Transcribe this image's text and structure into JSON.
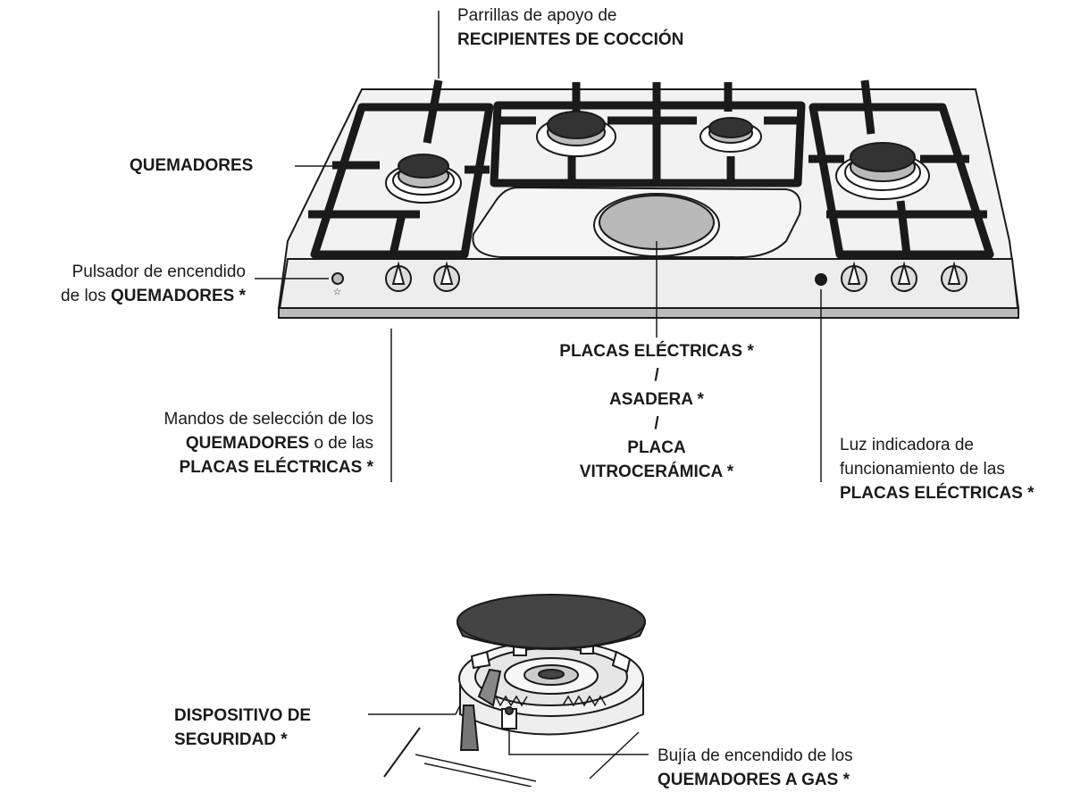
{
  "labels": {
    "grids": {
      "line1": "Parrillas de apoyo de",
      "line2": "RECIPIENTES DE COCCIÓN"
    },
    "burners": "QUEMADORES",
    "ignition_button": {
      "line1": "Pulsador de encendido",
      "line2_prefix": "de los ",
      "line2_bold": "QUEMADORES *"
    },
    "knobs": {
      "line1": "Mandos de selección de los",
      "line2_bold": "QUEMADORES",
      "line2_suffix": " o de las",
      "line3": "PLACAS ELÉCTRICAS *"
    },
    "plates": {
      "line1": "PLACAS ELÉCTRICAS *",
      "line2": "/",
      "line3": "ASADERA *",
      "line4": "/",
      "line5": "PLACA",
      "line6": "VITROCERÁMICA *"
    },
    "indicator": {
      "line1": "Luz indicadora de",
      "line2": "funcionamiento de las",
      "line3": "PLACAS ELÉCTRICAS *"
    },
    "safety_device": {
      "line1": "DISPOSITIVO DE",
      "line2": "SEGURIDAD *"
    },
    "spark_plug": {
      "line1": "Bujía de encendido de los",
      "line2": "QUEMADORES A GAS *"
    }
  },
  "colors": {
    "line": "#1a1a1a",
    "hob": "#efefef",
    "plate": "#b9b9b9",
    "burner_cap": "#333333"
  }
}
